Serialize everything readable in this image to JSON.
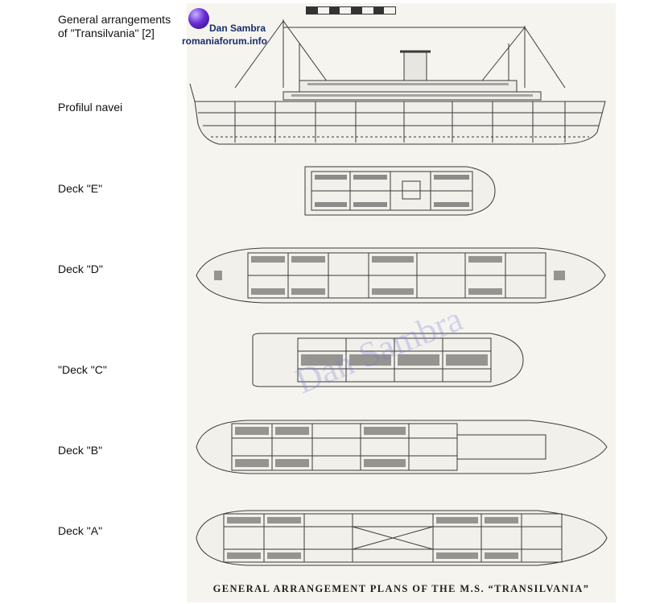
{
  "labels": {
    "title": "General arrangements\nof \"Transilvania\" [2]",
    "profile": "Profilul navei",
    "deck_e": "Deck \"E\"",
    "deck_d": "Deck \"D\"",
    "deck_c": "\"Deck \"C\"",
    "deck_b": "Deck \"B\"",
    "deck_a": "Deck \"A\""
  },
  "logo": {
    "name": "Dan Sambra",
    "site": "romaniaforum.info"
  },
  "watermark": "Dan Sambra",
  "caption": "GENERAL ARRANGEMENT PLANS OF THE M.S. “TRANSILVANIA”",
  "colors": {
    "ink": "#3a3a3a",
    "paper": "#f6f4ef",
    "watermark": "#7878dc",
    "logo_text": "#1a2d6b"
  }
}
